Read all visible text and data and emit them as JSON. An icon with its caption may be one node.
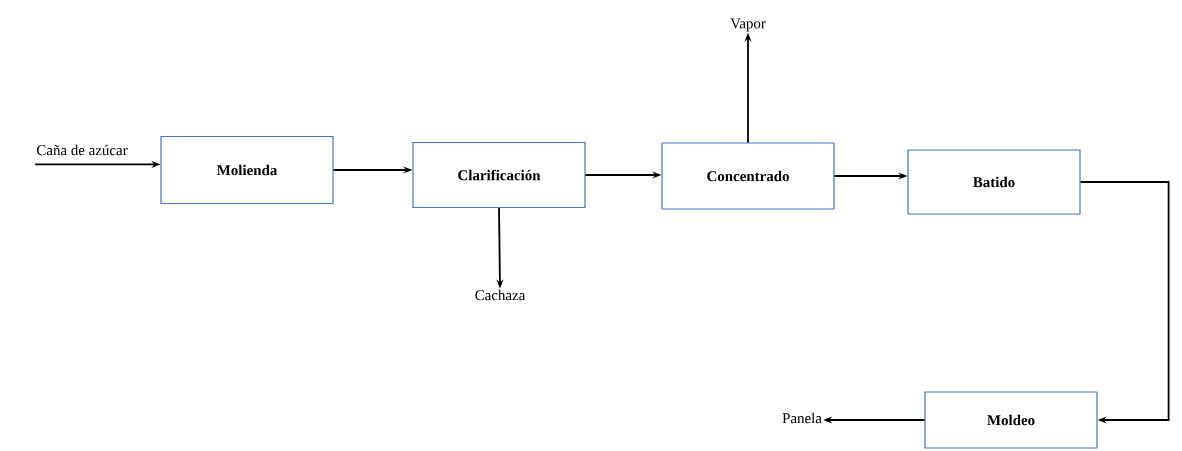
{
  "diagram": {
    "nodes": [
      {
        "text": [
          "Caña de azúcar"
        ]
      },
      {
        "text": [
          "Molienda"
        ]
      },
      {
        "text": [
          "Clarificación"
        ]
      },
      {
        "text": [
          "Cachaza"
        ]
      },
      {
        "text": [
          "Concentrado"
        ]
      },
      {
        "text": [
          "Vapor"
        ]
      },
      {
        "text": [
          "Batido"
        ]
      },
      {
        "text": [
          "Moldeo"
        ]
      },
      {
        "text": [
          "Panela"
        ]
      }
    ],
    "edges": [
      {
        "from": 0,
        "to": 1,
        "arrow": "to"
      },
      {
        "from": 1,
        "to": 2,
        "arrow": "to"
      },
      {
        "from": 2,
        "to": 3,
        "arrow": "to"
      },
      {
        "from": 2,
        "to": 4,
        "arrow": "to"
      },
      {
        "from": 4,
        "to": 5,
        "arrow": "to"
      },
      {
        "from": 4,
        "to": 6,
        "arrow": "to"
      },
      {
        "from": 6,
        "to": 7,
        "arrow": "to"
      },
      {
        "from": 7,
        "to": 8,
        "arrow": "to"
      }
    ]
  }
}
